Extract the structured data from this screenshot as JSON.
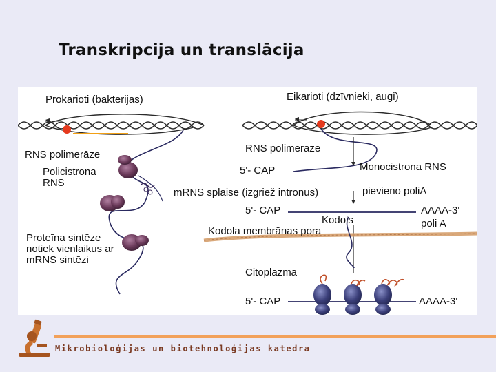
{
  "slide": {
    "title": "Transkripcija un translācija"
  },
  "prokaryote": {
    "heading": "Prokarioti (baktērijas)",
    "rna_polymerase": "RNS polimerāze",
    "polycistronic": "Policistrona RNS",
    "protein_synthesis": "Proteīna sintēze notiek vienlaikus ar mRNS sintēzi"
  },
  "eukaryote": {
    "heading": "Eikarioti (dzīvnieki, augi)",
    "rna_polymerase": "RNS polimerāze",
    "cap1": "5'- CAP",
    "monocistronic": "Monocistrona RNS",
    "splicing": "mRNS splaisē (izgriež intronus)",
    "polyA_add": "pievieno poliA",
    "cap2": "5'- CAP",
    "tail1": "AAAA-3'",
    "polyA": "poli A",
    "nucleus": "Kodols",
    "membrane_pores": "Kodola membrānas pora",
    "cytoplasm": "Citoplazma",
    "cap3": "5'- CAP",
    "tail2": "AAAA-3'"
  },
  "footer": {
    "department": "Mikrobioloģijas un biotehnoloģijas katedra"
  },
  "colors": {
    "background": "#eaeaf6",
    "dna": "#2a2a2a",
    "polymerase_dot": "#e53a1e",
    "ribosome": "#3b3f7a",
    "membrane": "#d9a87a",
    "accent_line": "#f2a15a",
    "footer_text": "#7a3a22"
  }
}
